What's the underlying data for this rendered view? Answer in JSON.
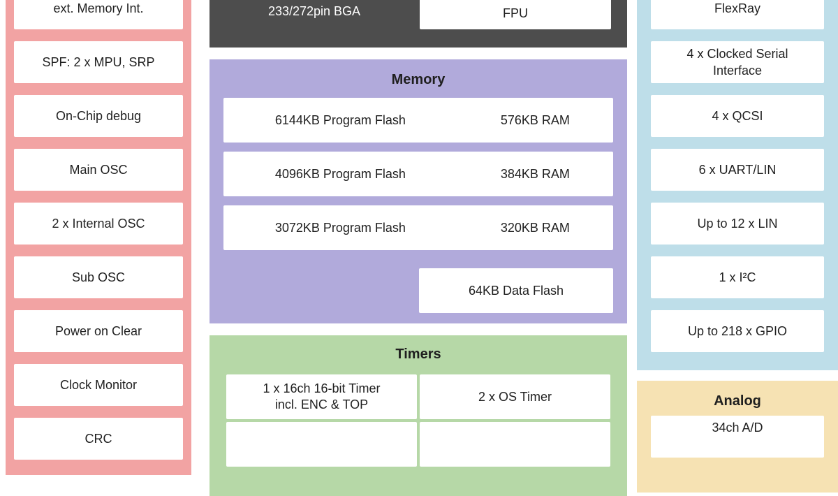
{
  "colors": {
    "left_panel_bg": "#f2a3a3",
    "cpu_block_bg": "#4d4d4d",
    "memory_bg": "#b1aadb",
    "timers_bg": "#b6d8a7",
    "comm_bg": "#bedee9",
    "analog_bg": "#f6e2b3",
    "box_bg": "#ffffff",
    "text": "#1f1f1f"
  },
  "left_panel": {
    "items": [
      "ext. Memory Int.",
      "SPF: 2 x MPU, SRP",
      "On-Chip debug",
      "Main OSC",
      "2 x Internal OSC",
      "Sub OSC",
      "Power on Clear",
      "Clock Monitor",
      "CRC"
    ]
  },
  "cpu_block": {
    "package_label": "233/272pin BGA",
    "fpu_label": "FPU"
  },
  "memory": {
    "title": "Memory",
    "rows": [
      {
        "flash": "6144KB Program Flash",
        "ram": "576KB RAM"
      },
      {
        "flash": "4096KB Program Flash",
        "ram": "384KB RAM"
      },
      {
        "flash": "3072KB Program Flash",
        "ram": "320KB RAM"
      }
    ],
    "data_flash_label": "64KB Data Flash"
  },
  "timers": {
    "title": "Timers",
    "row1": {
      "left_line1": "1 x 16ch 16-bit Timer",
      "left_line2": "incl. ENC & TOP",
      "right": "2 x OS Timer"
    }
  },
  "comm_panel": {
    "items": [
      "FlexRay",
      "4 x Clocked Serial Interface",
      "4 x QCSI",
      "6 x UART/LIN",
      "Up to 12 x LIN",
      "1 x I²C",
      "Up to 218 x GPIO"
    ]
  },
  "analog": {
    "title": "Analog",
    "adc_label": "34ch A/D"
  }
}
